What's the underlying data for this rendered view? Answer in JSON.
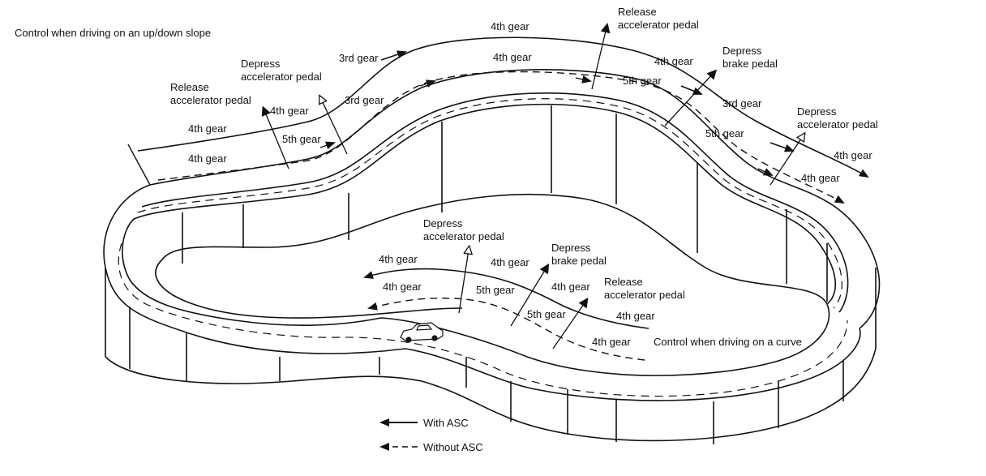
{
  "captions": {
    "slope_title": "Control when driving on an up/down slope",
    "curve_title": "Control when driving on a curve"
  },
  "legend": {
    "with_asc": "With ASC",
    "without_asc": "Without ASC"
  },
  "slope_labels": {
    "gear_4th_a": "4th gear",
    "gear_4th_b": "4th gear",
    "release_accel": "Release\naccelerator pedal",
    "gear_4th_c": "4th gear",
    "gear_5th_a": "5th gear",
    "depress_accel_1": "Depress\naccelerator pedal",
    "gear_3rd_a": "3rd gear",
    "gear_3rd_b": "3rd gear",
    "gear_4th_top": "4th gear",
    "gear_4th_top2": "4th gear",
    "release_accel_2": "Release\naccelerator pedal",
    "gear_4th_d": "4th gear",
    "gear_5th_b": "5th gear",
    "depress_brake": "Depress\nbrake pedal",
    "gear_3rd_c": "3rd gear",
    "gear_5th_c": "5th gear",
    "depress_accel_2": "Depress\naccelerator pedal",
    "gear_4th_e": "4th gear",
    "gear_4th_f": "4th gear"
  },
  "curve_labels": {
    "depress_accel": "Depress\naccelerator pedal",
    "gear_4th_a": "4th gear",
    "gear_4th_b": "4th gear",
    "gear_4th_c": "4th gear",
    "gear_5th_a": "5th gear",
    "depress_brake": "Depress\nbrake pedal",
    "gear_4th_d": "4th gear",
    "release_accel": "Release\naccelerator pedal",
    "gear_5th_b": "5th gear",
    "gear_4th_e": "4th gear",
    "gear_4th_f": "4th gear"
  }
}
